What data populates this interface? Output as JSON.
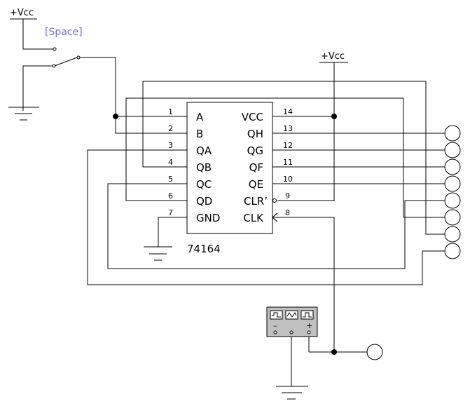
{
  "power": {
    "vcc_top_left": "+Vcc",
    "vcc_top_right": "+Vcc"
  },
  "switch": {
    "key_label": "[Space]"
  },
  "chip": {
    "part_number": "74164",
    "left_pins": [
      {
        "num": "1",
        "name": "A"
      },
      {
        "num": "2",
        "name": "B"
      },
      {
        "num": "3",
        "name": "QA"
      },
      {
        "num": "4",
        "name": "QB"
      },
      {
        "num": "5",
        "name": "QC"
      },
      {
        "num": "6",
        "name": "QD"
      },
      {
        "num": "7",
        "name": "GND"
      }
    ],
    "right_pins": [
      {
        "num": "14",
        "name": "VCC"
      },
      {
        "num": "13",
        "name": "QH"
      },
      {
        "num": "12",
        "name": "QG"
      },
      {
        "num": "11",
        "name": "QF"
      },
      {
        "num": "10",
        "name": "QE"
      },
      {
        "num": "9",
        "name": "CLR’"
      },
      {
        "num": "8",
        "name": "CLK"
      }
    ]
  },
  "generator": {
    "minus": "–",
    "plus": "+"
  }
}
